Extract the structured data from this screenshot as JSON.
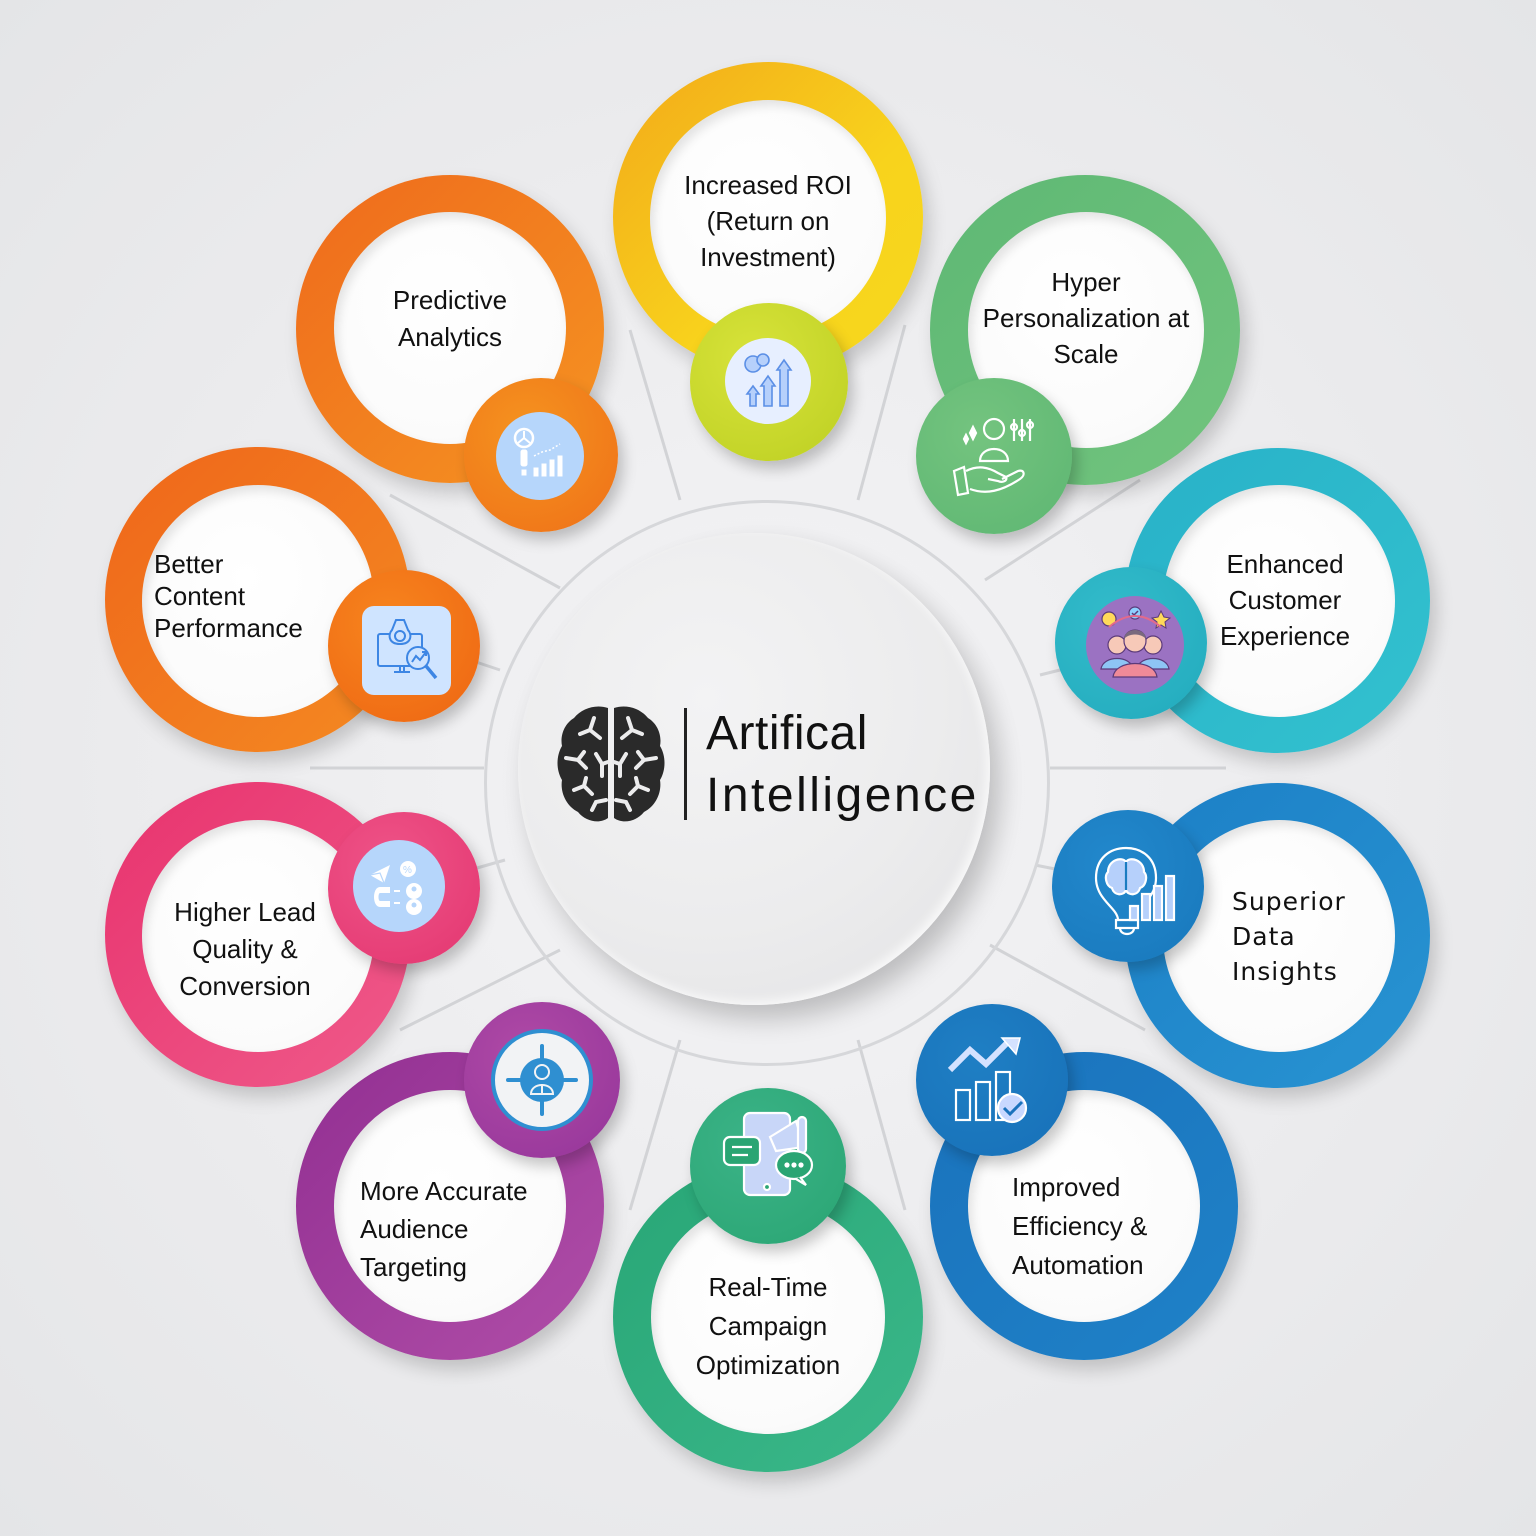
{
  "hub": {
    "title_line1": "Artifical",
    "title_line2": "Intelligence",
    "icon": "brain-icon"
  },
  "colors": {
    "background": "#ececee",
    "roi": "#f5c11a",
    "roi_badge": "#c9d82a",
    "hyper": "#6cc07a",
    "enhanced": "#27b5c9",
    "superior": "#1f86c9",
    "improved": "#1a78c2",
    "realtime": "#2fae7c",
    "accurate": "#a13c9c",
    "lead": "#ea3f78",
    "content": "#f16c1c",
    "predictive": "#f47a1e",
    "icon_light_blue": "#b6d6fb"
  },
  "benefits": [
    {
      "id": "roi",
      "label": "Increased ROI\n(Return on\nInvestment)",
      "icon": "roi-growth-icon"
    },
    {
      "id": "hyper",
      "label": "Hyper\nPersonalization at\nScale",
      "icon": "personalization-hand-icon"
    },
    {
      "id": "enhanced",
      "label": "Enhanced\nCustomer\nExperience",
      "icon": "customer-group-icon"
    },
    {
      "id": "superior",
      "label": "Superior\nData\nInsights",
      "icon": "lightbulb-brain-chart-icon"
    },
    {
      "id": "improved",
      "label": "Improved\nEfficiency &\nAutomation",
      "icon": "chart-check-icon"
    },
    {
      "id": "realtime",
      "label": "Real-Time\nCampaign\nOptimization",
      "icon": "mobile-megaphone-icon"
    },
    {
      "id": "accurate",
      "label": "More Accurate\nAudience\nTargeting",
      "icon": "target-person-icon"
    },
    {
      "id": "lead",
      "label": "Higher Lead\nQuality &\nConversion",
      "icon": "lead-magnet-icon"
    },
    {
      "id": "content",
      "label": "Better\nContent\nPerformance",
      "icon": "monitor-analytics-icon"
    },
    {
      "id": "predictive",
      "label": "Predictive\nAnalytics",
      "icon": "predictive-chart-icon"
    }
  ]
}
